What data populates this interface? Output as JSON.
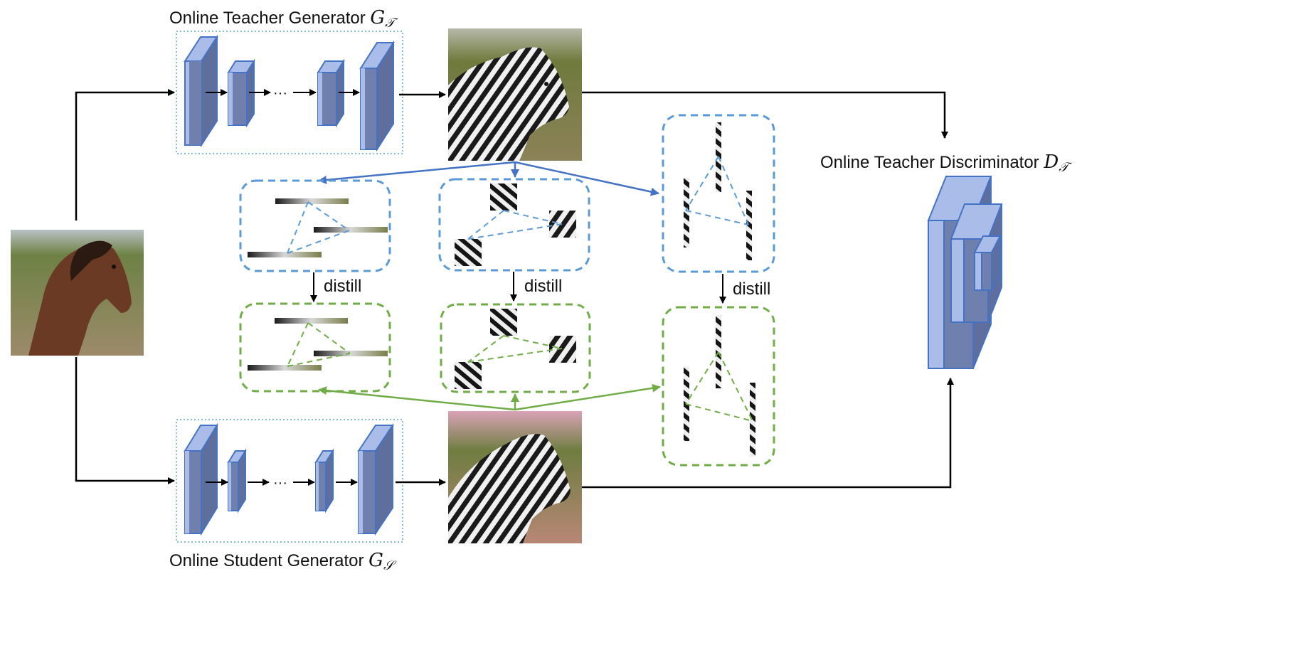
{
  "title_top": {
    "text": "Online Teacher Generator ",
    "symbol": "G",
    "sub": "𝒯"
  },
  "title_bottom": {
    "text": "Online Student Generator ",
    "symbol": "G",
    "sub": "𝒮"
  },
  "title_disc": {
    "text": "Online Teacher Discriminator ",
    "symbol": "D",
    "sub": "𝒯"
  },
  "dots": "···",
  "distill_labels": [
    "distill",
    "distill",
    "distill"
  ],
  "colors": {
    "block_fill": "#6f7fae",
    "block_edge": "#4472c4",
    "block_side": "#a9bde8",
    "teacher_dash": "#5b9bd5",
    "student_dash": "#70ad47",
    "teacher_arrow": "#4472c4",
    "student_arrow": "#70ad47",
    "generator_box": "#5ba3c9",
    "horse": "#6b3a24",
    "zebra_bg": "#8b8f5c",
    "zebra_bg2": "#b98a8e"
  },
  "icons": {
    "input": "horse-photo",
    "teacher_output": "zebra-photo",
    "student_output": "zebra-photo",
    "patches": "zebra-patch"
  }
}
